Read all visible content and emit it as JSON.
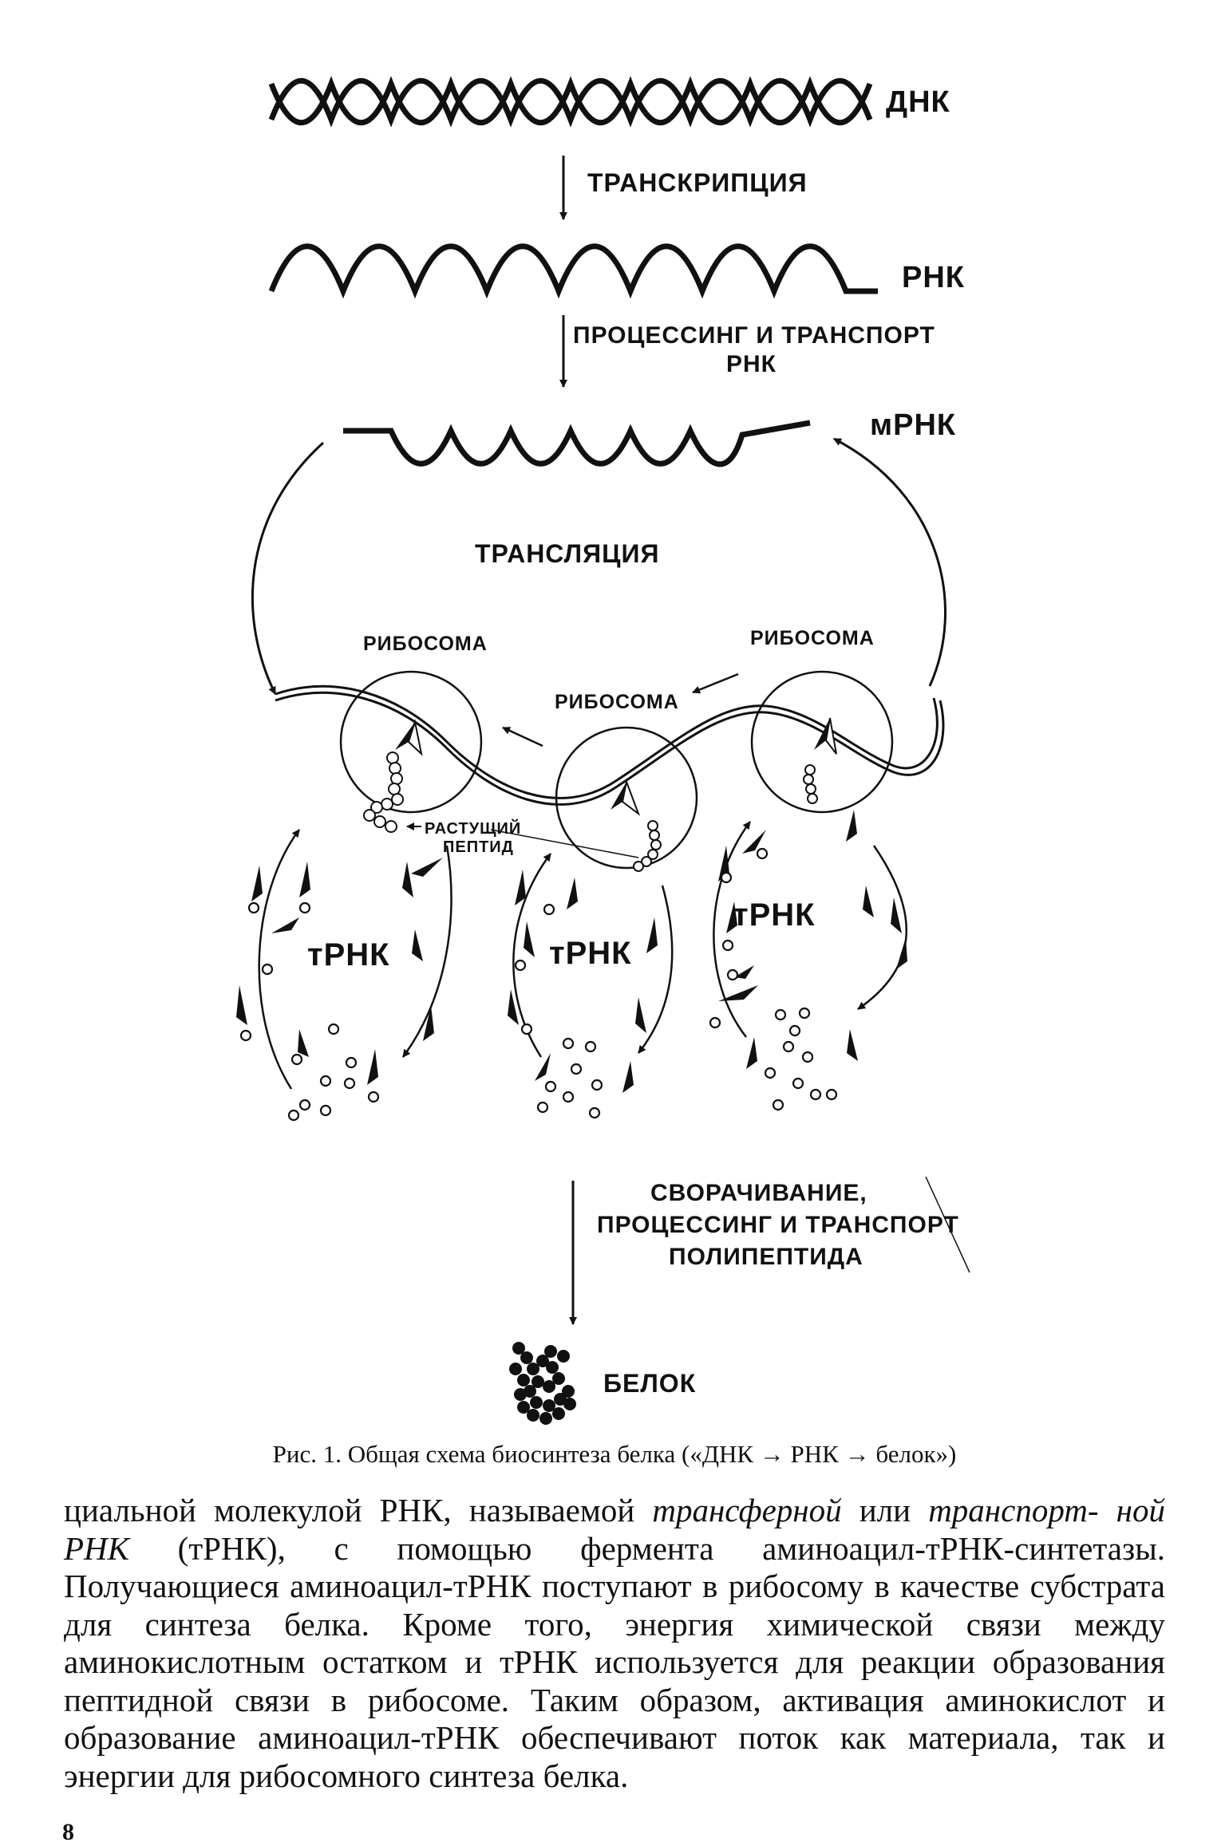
{
  "labels": {
    "dna": "ДНК",
    "transcription": "ТРАНСКРИПЦИЯ",
    "rna": "РНК",
    "processing_line1": "ПРОЦЕССИНГ И ТРАНСПОРТ",
    "processing_line2": "РНК",
    "mrna": "мРНК",
    "translation": "ТРАНСЛЯЦИЯ",
    "ribosome_left": "РИБОСОМА",
    "ribosome_right": "РИБОСОМА",
    "ribosome_middle": "РИБОСОМА",
    "growing_peptide_line1": "РАСТУЩИЙ",
    "growing_peptide_line2": "ПЕПТИД",
    "trna_left": "тРНК",
    "trna_middle": "тРНК",
    "trna_right": "тРНК",
    "folding_line1": "СВОРАЧИВАНИЕ,",
    "folding_line2": "ПРОЦЕССИНГ И ТРАНСПОРТ",
    "folding_line3": "ПОЛИПЕПТИДА",
    "protein": "БЕЛОК"
  },
  "caption": {
    "prefix": "Рис. 1.",
    "text": "Общая схема биосинтеза белка («ДНК → РНК → белок»)"
  },
  "body": {
    "line1_start": "циальной молекулой РНК, называемой ",
    "line1_em1": "трансферной",
    "line1_mid": " или ",
    "line1_em2": "транспорт-",
    "line2_em": "ной РНК",
    "line2_rest": " (тРНК), с помощью фермента аминоацил-тРНК-синтетазы.",
    "rest": "Получающиеся аминоацил-тРНК поступают в рибосому в качестве субстрата для синтеза белка. Кроме того, энергия химической связи между аминокислотным остатком и тРНК используется для реакции образования пептидной связи в рибосоме. Таким образом, активация аминокислот и образование аминоацил-тРНК обеспечивают поток как материала, так и энергии для рибосомного синтеза белка."
  },
  "page_number": "8"
}
